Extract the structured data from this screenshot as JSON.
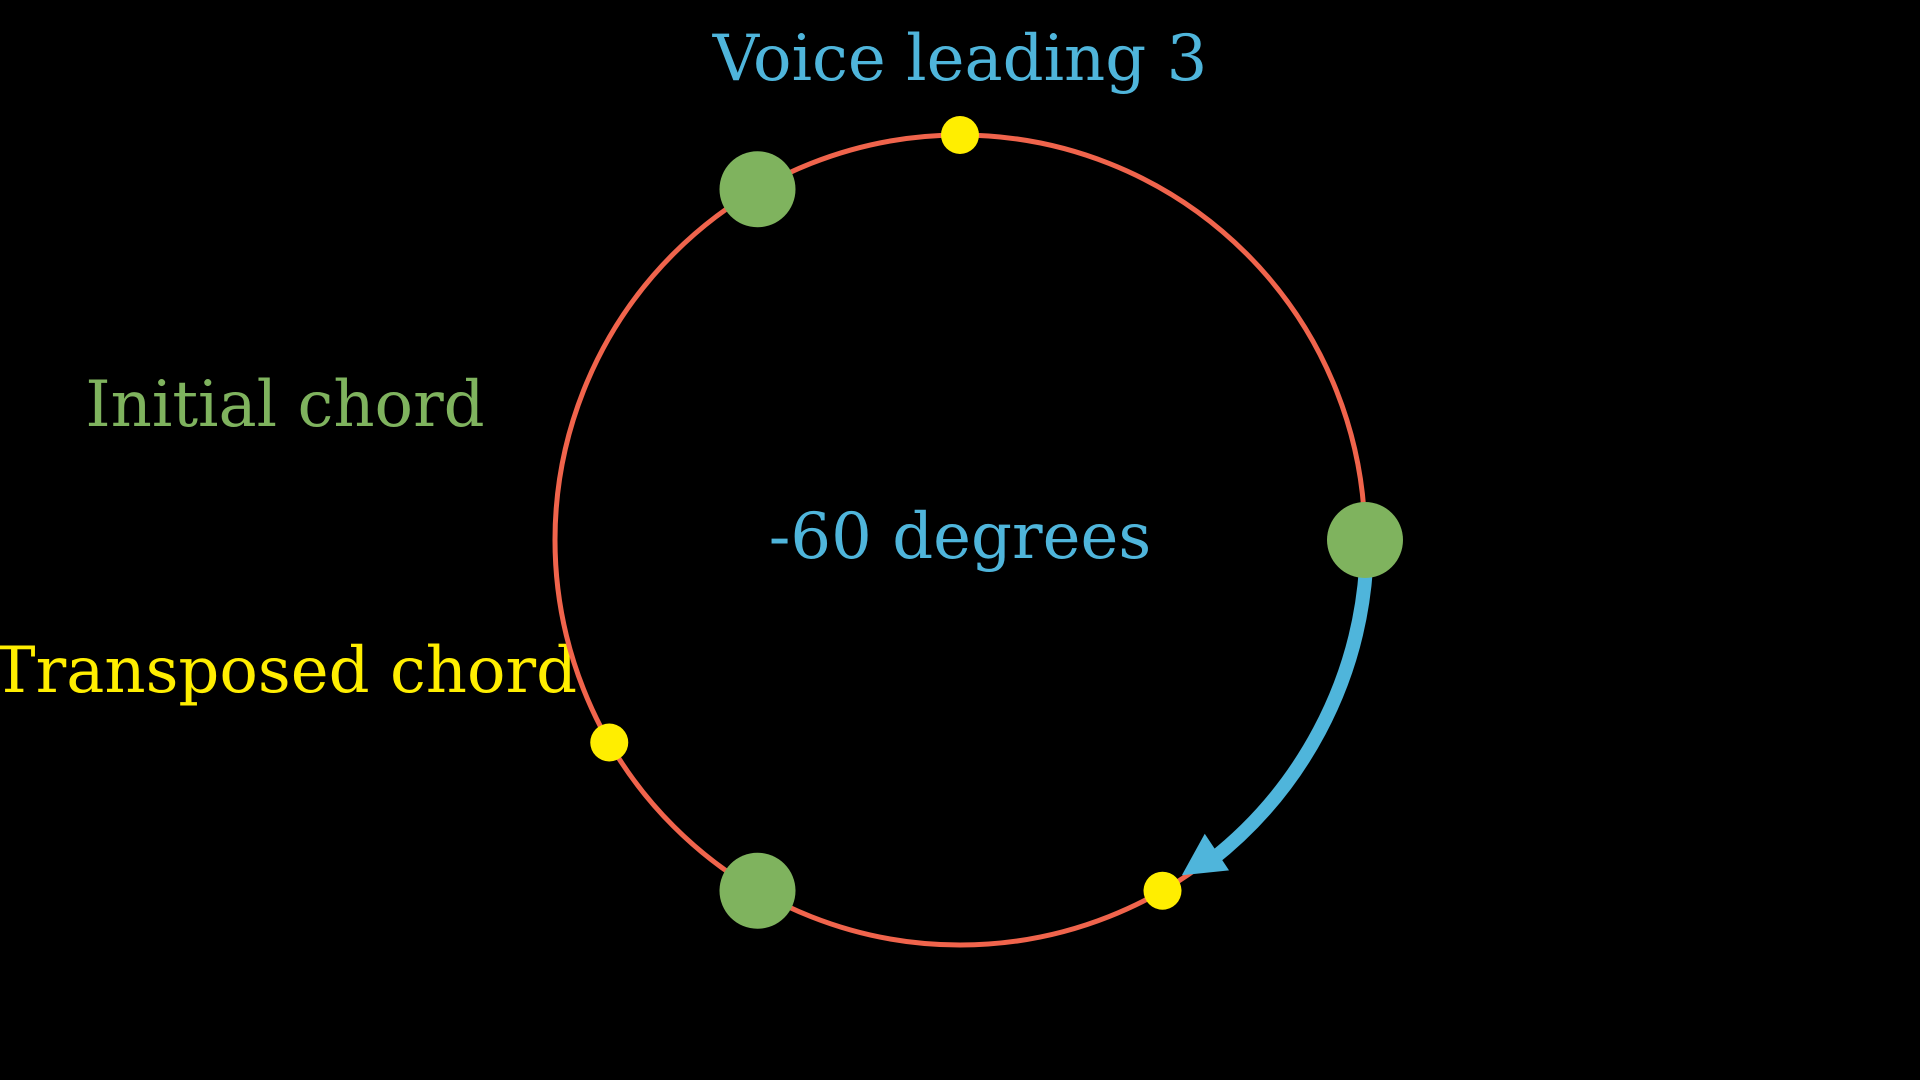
{
  "title": "Voice leading 3",
  "center_text": "-60 degrees",
  "legend": {
    "initial": "Initial chord",
    "transposed": "Transposed chord"
  },
  "colors": {
    "background": "#000000",
    "circle": "#F0644C",
    "initial": "#7FB35E",
    "transposed": "#FFEE00",
    "accent": "#4FB5DB"
  },
  "initial_chord_angles_deg": [
    0,
    120,
    240
  ],
  "transposed_chord_angles_deg": [
    -60,
    90,
    210
  ],
  "voice_leading": {
    "from_angle_deg": 0,
    "to_angle_deg": -60,
    "rotation_deg": -60
  }
}
